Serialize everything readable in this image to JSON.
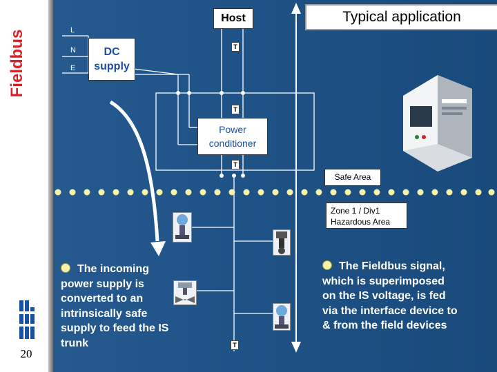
{
  "sidebar": {
    "vertical_title": "Fieldbus",
    "page_number": "20",
    "logo_icon": "company-logo-icon"
  },
  "header": {
    "host_label": "Host",
    "title": "Typical application"
  },
  "diagram": {
    "dc_supply": "DC\nsupply",
    "line_labels": [
      "L",
      "N",
      "E"
    ],
    "terminator": "T",
    "power_conditioner": "Power\nconditioner",
    "safe_area": "Safe Area",
    "zone_label": "Zone 1 / Div1\nHazardous Area"
  },
  "descriptions": {
    "left": "The incoming power supply is converted to an intrinsically safe supply to feed the IS trunk",
    "right": "The Fieldbus signal, which is superimposed on the IS voltage, is fed via the interface device to & from the field devices"
  },
  "colors": {
    "background": "#1f5286",
    "title_red": "#d8232a",
    "dot_yellow": "#f6f2a8",
    "label_blue": "#1c4fa0"
  }
}
